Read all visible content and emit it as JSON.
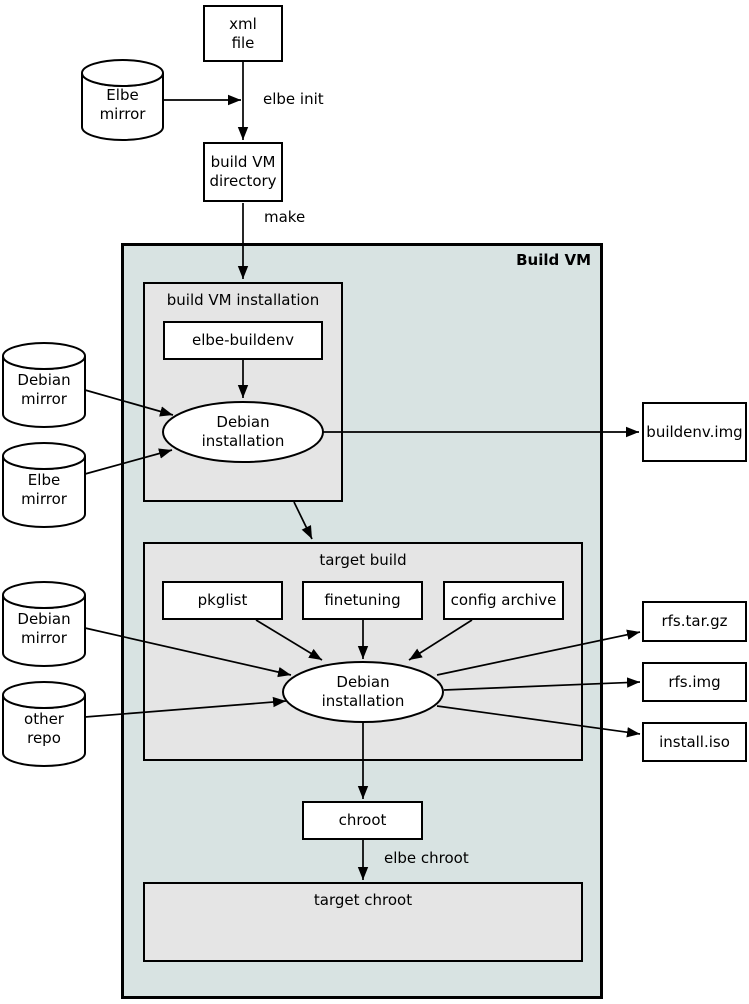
{
  "colors": {
    "build_vm_bg": "#d8e3e2",
    "group_bg": "#e5e5e5",
    "node_bg": "#ffffff",
    "line": "#000000"
  },
  "containers": {
    "build_vm": "Build VM",
    "build_vm_installation": "build VM installation",
    "target_build": "target build",
    "target_chroot": "target chroot"
  },
  "nodes": {
    "xml_file": "xml\nfile",
    "build_vm_directory": "build VM\ndirectory",
    "elbe_buildenv": "elbe-buildenv",
    "debian_installation_buildenv": "Debian\ninstallation",
    "buildenv_img": "buildenv.img",
    "pkglist": "pkglist",
    "finetuning": "finetuning",
    "config_archive": "config archive",
    "debian_installation_target": "Debian\ninstallation",
    "rfs_tar_gz": "rfs.tar.gz",
    "rfs_img": "rfs.img",
    "install_iso": "install.iso",
    "chroot": "chroot"
  },
  "datastores": {
    "elbe_mirror_top": "Elbe\nmirror",
    "debian_mirror_buildenv": "Debian\nmirror",
    "elbe_mirror_buildenv": "Elbe\nmirror",
    "debian_mirror_target": "Debian\nmirror",
    "other_repo": "other\nrepo"
  },
  "edge_labels": {
    "elbe_init": "elbe init",
    "make": "make",
    "elbe_chroot": "elbe chroot"
  }
}
